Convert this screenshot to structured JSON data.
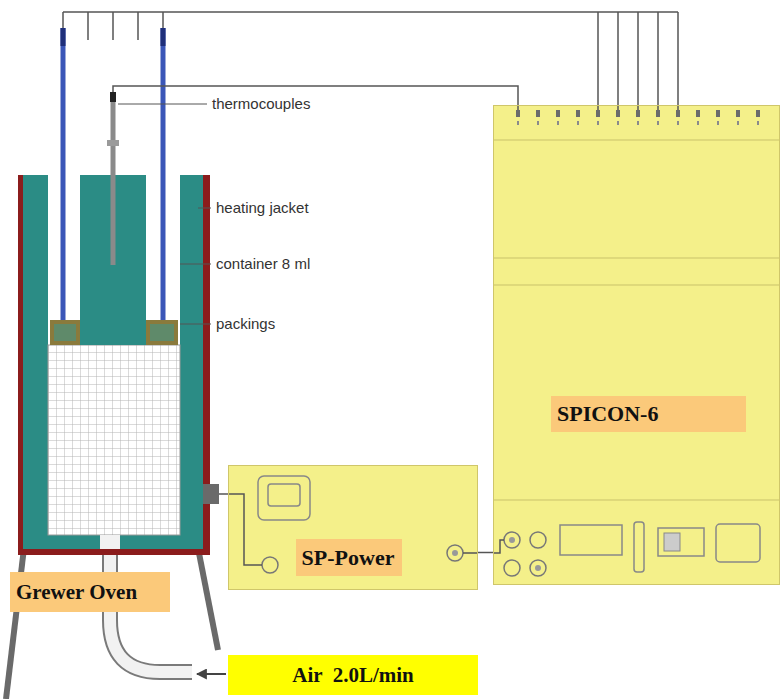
{
  "diagram": {
    "nodes": [
      {
        "text": [
          "SPICON-6"
        ]
      },
      {
        "text": [
          "SP-Power"
        ]
      },
      {
        "text": [
          "Grewer Oven"
        ]
      },
      {
        "text": [
          "Air  2.0L/min"
        ]
      }
    ],
    "edges": [
      {
        "from": 1,
        "to": 0,
        "arrow": "none"
      }
    ],
    "labels": [
      "thermocouples",
      "heating jacket",
      "container 8 ml",
      "packings"
    ]
  }
}
